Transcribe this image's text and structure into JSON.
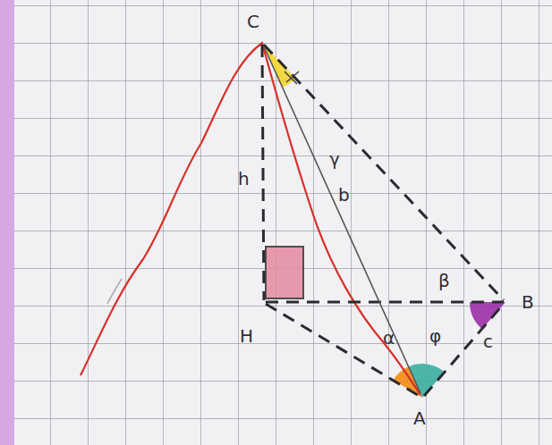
{
  "diagram": {
    "labels": [
      "C",
      "h",
      "b",
      "γ",
      "β",
      "H",
      "A",
      "B",
      "c",
      "α",
      "φ"
    ]
  }
}
